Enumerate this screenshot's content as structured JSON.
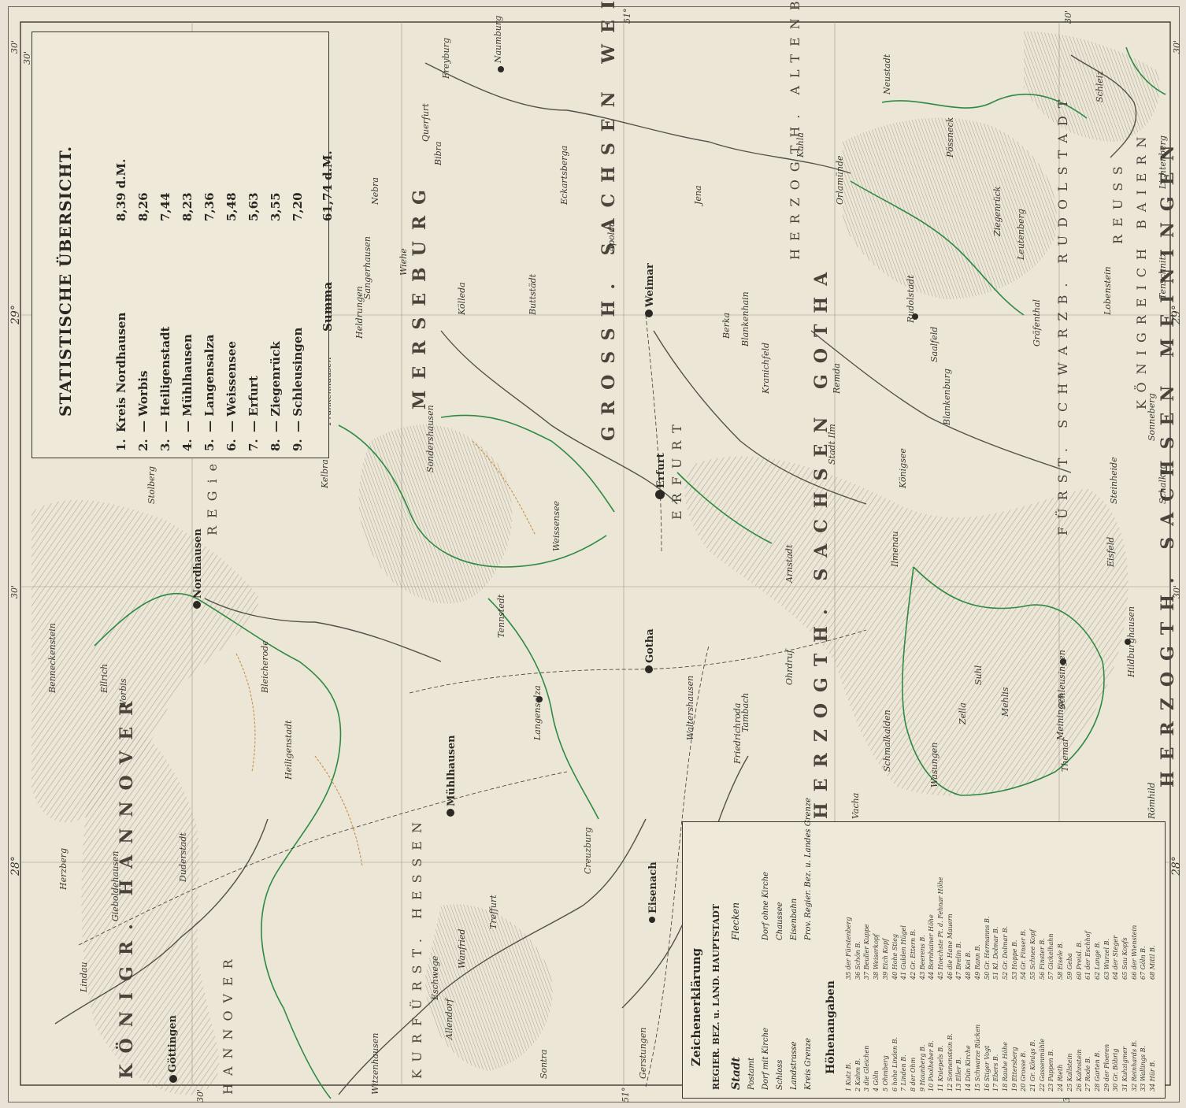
{
  "statistics": {
    "title": "STATISTISCHE ÜBERSICHT.",
    "rows": [
      {
        "no": "1.",
        "label": "Kreis Nordhausen",
        "value": "8,39 d.M."
      },
      {
        "no": "2.",
        "label": "— Worbis",
        "value": "8,26"
      },
      {
        "no": "3.",
        "label": "— Heiligenstadt",
        "value": "7,44"
      },
      {
        "no": "4.",
        "label": "— Mühlhausen",
        "value": "8,23"
      },
      {
        "no": "5.",
        "label": "— Langensalza",
        "value": "7,36"
      },
      {
        "no": "6.",
        "label": "— Weissensee",
        "value": "5,48"
      },
      {
        "no": "7.",
        "label": "— Erfurt",
        "value": "5,63"
      },
      {
        "no": "8.",
        "label": "— Ziegenrück",
        "value": "3,55"
      },
      {
        "no": "9.",
        "label": "— Schleusingen",
        "value": "7,20"
      }
    ],
    "total_label": "Summa",
    "total_value": "61,74 d.M."
  },
  "legend": {
    "title": "Zeichenerklärung",
    "subtitle": "REGIER. BEZ. u. LAND. HAUPTSTADT",
    "items": [
      "Stadt",
      "Flecken",
      "Postamt",
      "Dorf mit Kirche",
      "Dorf ohne Kirche",
      "Schloss",
      "Chaussee",
      "Landstrasse",
      "Eisenbahn",
      "Kreis Grenze",
      "Prov. Regier. Bez. u. Landes Grenze"
    ],
    "heights_title": "Höhenangaben",
    "heights_col1": [
      "1 Kutz B.",
      "2 Kahm B.",
      "3 die Gleichen",
      "4 Göln",
      "5 Ohmberg",
      "6 hohe Linden B.",
      "7 Linden B.",
      "8 der Ohm",
      "9 Haunberg B.",
      "10 Poolheber B.",
      "11 Kniepels B.",
      "12 Sonnenstein B.",
      "13 Eller B.",
      "14 Dün Kirche",
      "15 Schwarze Rücken",
      "16 Stiger Vogt",
      "17 Ebers B.",
      "18 Rauhe Höhe",
      "19 Ettersberg",
      "20 Grosse B.",
      "21 Gr. Köniqs B.",
      "22 Gassenmühle",
      "23 Pappen B.",
      "24 Rieth",
      "25 Kallstein",
      "26 Kahnstein",
      "27 Rode B.",
      "28 Garten B.",
      "29 der Ploeren",
      "30 Gr. Böbrig",
      "31 Kuhzigmer",
      "32 Reinhards B.",
      "33 Wallings B.",
      "34 Hür B."
    ],
    "heights_col2": [
      "35 der Fürstenberg",
      "36 Schön B.",
      "37 Beuller Kuppe",
      "38 Weiserkopf",
      "39 Eich Kopf",
      "40 Hohe Stieg",
      "41 Gulden Hügel",
      "42 Gr. Ettern B.",
      "43 Beerens B.",
      "44 Bornhainer Höhe",
      "45 Hoechste Pt. d. Fehnar Höhe",
      "46 die Hane Mauern",
      "47 Brelin B.",
      "48 Kei B.",
      "49 Rann B.",
      "50 Gr. Hermanns B.",
      "51 Kl. Dolmar B.",
      "52 Gr. Dolmar B.",
      "53 Hoppe B.",
      "54 Gr. Finser B.",
      "55 Schnee Kopf",
      "56 Finster B.",
      "57 Gickelhahn",
      "58 Eisele B.",
      "59 Geba",
      "60 Preisl. B.",
      "61 der Eschhof",
      "62 Lange B.",
      "63 Wurzel B.",
      "64 der Steger",
      "65 Sau Kopfs",
      "66 der Wienstein",
      "67 Göln B.",
      "68 Mittl B."
    ]
  },
  "map": {
    "regions": [
      "KÖNIGR. HANNOVER",
      "REGier. Bezirk",
      "MERSEBURG",
      "ERFURT",
      "GROSSH. SACHSEN WEIMAR",
      "HERZOGTH. SACHSEN GOTHA",
      "KÖNIGREICH BAIERN",
      "HERZOGTH. SACHSEN MEININGEN",
      "FÜRST. SCHWARZB. RUDOLSTADT",
      "HERZOGTH. ALTENBURG",
      "KURFÜRST. HESSEN",
      "HANNOVER",
      "REUSS"
    ],
    "towns": [
      "Göttingen",
      "Nordhausen",
      "Mühlhausen",
      "Erfurt",
      "Gotha",
      "Weimar",
      "Jena",
      "Eisenach",
      "Langensalza",
      "Heiligenstadt",
      "Worbis",
      "Sondershausen",
      "Arnstadt",
      "Rudolstadt",
      "Schleusingen",
      "Hildburghausen",
      "Naumburg",
      "Saalfeld",
      "Eisfeld",
      "Suhl",
      "Ilmenau",
      "Duderstadt",
      "Bleicherode",
      "Frankenhausen",
      "Heldrungen",
      "Kölleda",
      "Tennstedt",
      "Weissensee",
      "Buttstädt",
      "Apolda",
      "Blankenhain",
      "Kahla",
      "Pössneck",
      "Ziegenrück",
      "Lobenstein",
      "Treffurt",
      "Wanfried",
      "Creuzburg",
      "Gerstungen",
      "Sontra",
      "Vacha",
      "Meiningen",
      "Römhild",
      "Themar",
      "Wasungen",
      "Schmalkalden",
      "Blankenburg",
      "Königsee",
      "Stadt Ilm",
      "Kranichfeld",
      "Berka",
      "Remda",
      "Orlamünde",
      "Neustadt",
      "Schleiz",
      "Lichtenberg",
      "Gräfenthal",
      "Leutenberg",
      "Eckartsberga",
      "Bibra",
      "Freyburg",
      "Querfurt",
      "Nebra",
      "Wiehe",
      "Stolberg",
      "Kelbra",
      "Sangerhausen",
      "Ellrich",
      "Benneckenstein",
      "Herzberg",
      "Lindau",
      "Gieboldehausen",
      "Witzenhausen",
      "Allendorf",
      "Eschwege",
      "Ohrdruf",
      "Waltershausen",
      "Friedrichroda",
      "Tambach",
      "Zella",
      "Mehlis",
      "Steinheide",
      "Schalkau",
      "Sonneberg",
      "Tenschnitz"
    ],
    "degrees_top": [
      "30'",
      "51°",
      "30'"
    ],
    "degrees_bottom": [
      "30'",
      "51°",
      "30'"
    ],
    "degrees_left": [
      "30'",
      "29°",
      "30'",
      "28°"
    ],
    "degrees_right": [
      "30'",
      "29°",
      "30'",
      "28°"
    ]
  }
}
